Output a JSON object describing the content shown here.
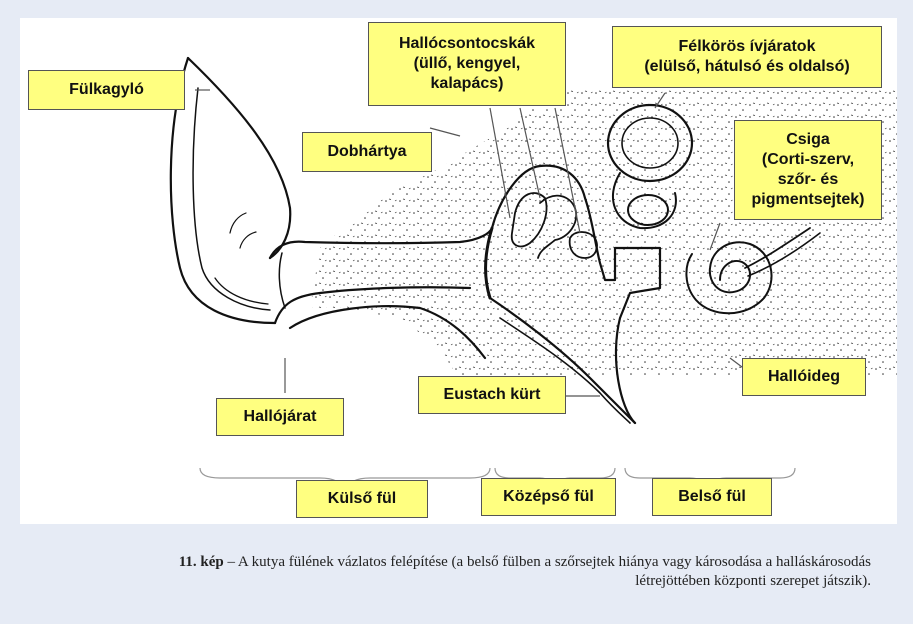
{
  "labels": {
    "fulkagylo": "Fülkagyló",
    "hallocsontocskak": "Hallócsontocskák\n(üllő, kengyel,\nkalapács)",
    "felkoros": "Félkörös ívjáratok\n(elülső, hátulsó és oldalsó)",
    "dobhartya": "Dobhártya",
    "csiga": "Csiga\n(Corti-szerv,\nszőr- és\npigmentsejtek)",
    "hallojarat": "Hallójárat",
    "eustach": "Eustach kürt",
    "halloideg": "Hallóideg",
    "kulso": "Külső fül",
    "kozepso": "Középső fül",
    "belso": "Belső fül"
  },
  "caption": {
    "number": "11. kép",
    "text": " – A kutya fülének vázlatos felépítése (a belső fülben a szőrsejtek hiánya vagy károsodása a halláskárosodás létrejöttében központi szerepet játszik)."
  },
  "colors": {
    "label_fill": "#ffff80",
    "page_bg": "#e6ebf5"
  }
}
